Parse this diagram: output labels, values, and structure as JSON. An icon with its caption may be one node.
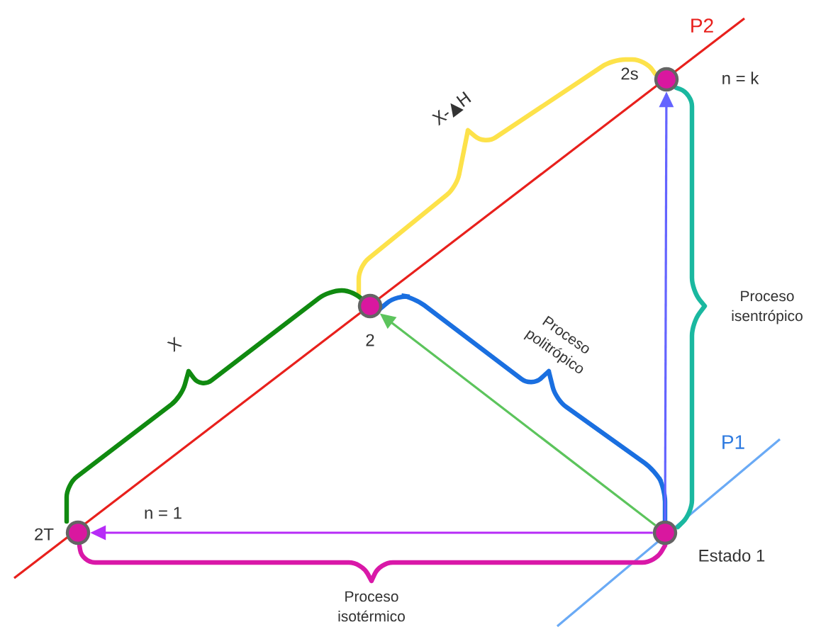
{
  "diagram": {
    "nodes": [
      {
        "text": [],
        "shape": "circle",
        "beside": [
          "2s",
          "n = k"
        ]
      },
      {
        "text": [],
        "shape": "circle",
        "beside": [
          "2"
        ]
      },
      {
        "text": [],
        "shape": "circle",
        "beside": [
          "2T"
        ]
      },
      {
        "text": [],
        "shape": "circle",
        "beside": [
          "Estado 1"
        ]
      }
    ],
    "edges": [
      {
        "from": 3,
        "to": 0,
        "arrow": "to",
        "color": "#6464ff"
      },
      {
        "from": 3,
        "to": 1,
        "arrow": "to",
        "color": "#5cc45c"
      },
      {
        "from": 3,
        "to": 2,
        "arrow": "to",
        "color": "#b72cf7",
        "label": "n = 1"
      }
    ],
    "labels": [
      "P2",
      "X-▲H",
      "X",
      "Proceso politrópico",
      "Proceso isentrópico",
      "P1",
      "Proceso isotérmico"
    ]
  }
}
